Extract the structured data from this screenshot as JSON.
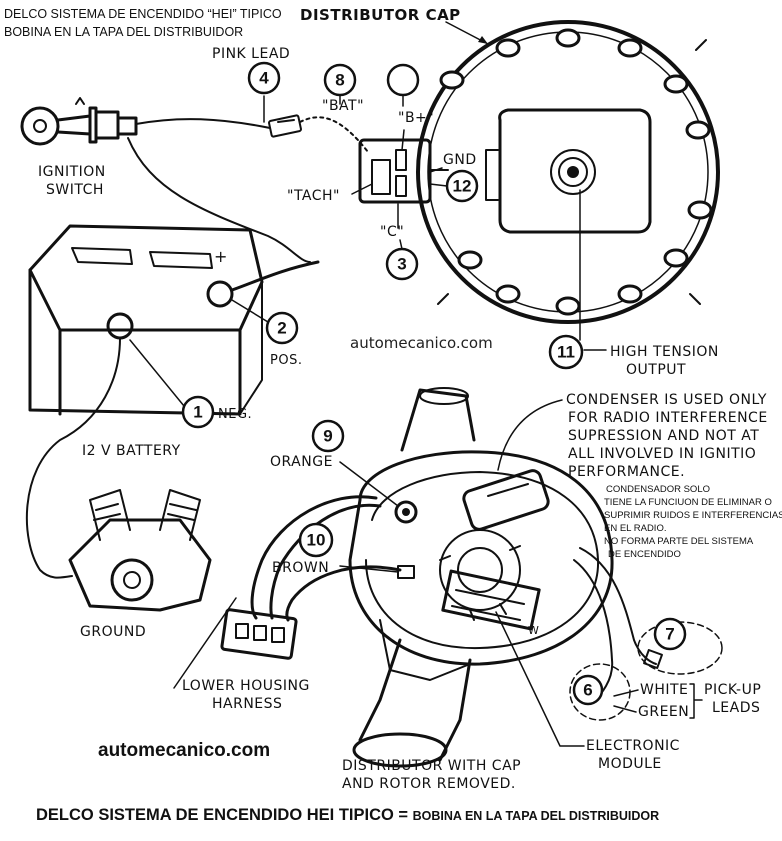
{
  "header": {
    "line1": "DELCO SISTEMA DE ENCENDIDO “HEI” TIPICO",
    "line2": "BOBINA EN LA TAPA DEL DISTRIBUIDOR"
  },
  "labels": {
    "distributor_cap": "DISTRIBUTOR CAP",
    "pink_lead": "PINK LEAD",
    "ignition_switch_1": "IGNITION",
    "ignition_switch_2": "SWITCH",
    "bat": "\"BAT\"",
    "bplus": "\"B+\"",
    "gnd": "GND",
    "tach": "\"TACH\"",
    "c": "\"C\"",
    "pos": "POS.",
    "neg": "NEG.",
    "battery": "I2 V BATTERY",
    "watermark_top": "automecanico.com",
    "high_tension_1": "HIGH TENSION",
    "high_tension_2": "OUTPUT",
    "condenser_1": "CONDENSER IS USED ONLY",
    "condenser_2": "FOR RADIO INTERFERENCE",
    "condenser_3": "SUPRESSION AND NOT AT",
    "condenser_4": "ALL INVOLVED IN IGNITIO",
    "condenser_5": "PERFORMANCE.",
    "condensador_1": "CONDENSADOR SOLO",
    "condensador_2": "TIENE LA FUNCIUON DE ELIMINAR O",
    "condensador_3": "SUPRIMIR RUIDOS E INTERFERENCIAS",
    "condensador_4": "EN EL RADIO.",
    "condensador_5": "NO FORMA PARTE DEL SISTEMA",
    "condensador_6": "DE ENCENDIDO",
    "orange": "ORANGE",
    "brown": "BROWN",
    "ground": "GROUND",
    "lower_housing_1": "LOWER HOUSING",
    "lower_housing_2": "HARNESS",
    "watermark_bottom": "automecanico.com",
    "dist_removed_1": "DISTRIBUTOR WITH CAP",
    "dist_removed_2": "AND ROTOR REMOVED.",
    "electronic_1": "ELECTRONIC",
    "electronic_2": "MODULE",
    "white": "WHITE",
    "green": "GREEN",
    "pickup_1": "PICK-UP",
    "pickup_2": "LEADS"
  },
  "callouts": {
    "n1": "1",
    "n2": "2",
    "n3": "3",
    "n4": "4",
    "n6": "6",
    "n7": "7",
    "n8": "8",
    "n9": "9",
    "n10": "10",
    "n11": "11",
    "n12": "12"
  },
  "footer": {
    "bold": "DELCO  SISTEMA DE ENCENDIDO HEI TIPICO = ",
    "small": "BOBINA EN LA TAPA DEL DISTRIBUIDOR"
  }
}
